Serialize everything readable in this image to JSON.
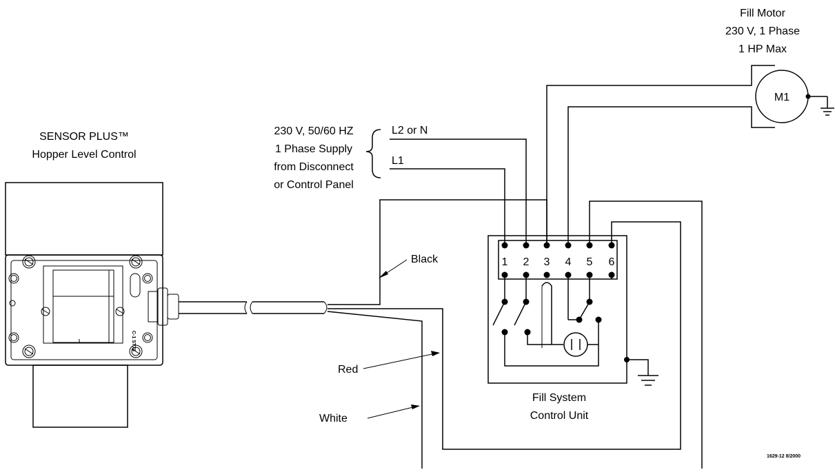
{
  "sensor": {
    "title_line1": "SENSOR PLUS™",
    "title_line2": "Hopper Level Control",
    "body_text": "C-1 ST70"
  },
  "supply": {
    "line1": "230 V, 50/60 HZ",
    "line2": "1 Phase Supply",
    "line3": "from Disconnect",
    "line4": "or Control Panel",
    "l2_label": "L2 or N",
    "l1_label": "L1"
  },
  "motor": {
    "line1": "Fill Motor",
    "line2": "230 V, 1 Phase",
    "line3": "1 HP Max",
    "symbol": "M1"
  },
  "wires": {
    "black": "Black",
    "red": "Red",
    "white": "White"
  },
  "control_unit": {
    "line1": "Fill System",
    "line2": "Control Unit",
    "terminals": [
      "1",
      "2",
      "3",
      "4",
      "5",
      "6"
    ]
  },
  "footer": {
    "drawing_id": "1629-12 8/2000"
  }
}
